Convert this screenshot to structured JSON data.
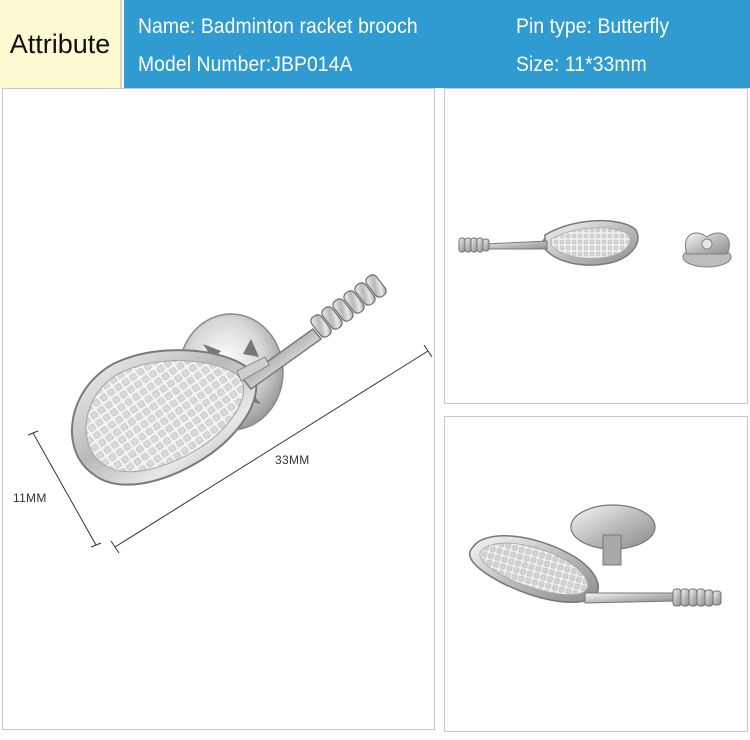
{
  "header": {
    "attribute_label": "Attribute",
    "name": "Name: Badminton racket brooch",
    "model": "Model Number:JBP014A",
    "pin_type": "Pin type: Butterfly",
    "size": "Size: 11*33mm"
  },
  "dimensions": {
    "length_label": "33MM",
    "width_label": "11MM"
  },
  "colors": {
    "attribute_bg": "#fefbd3",
    "header_bg": "#2f9bd1",
    "header_text": "#ffffff"
  }
}
